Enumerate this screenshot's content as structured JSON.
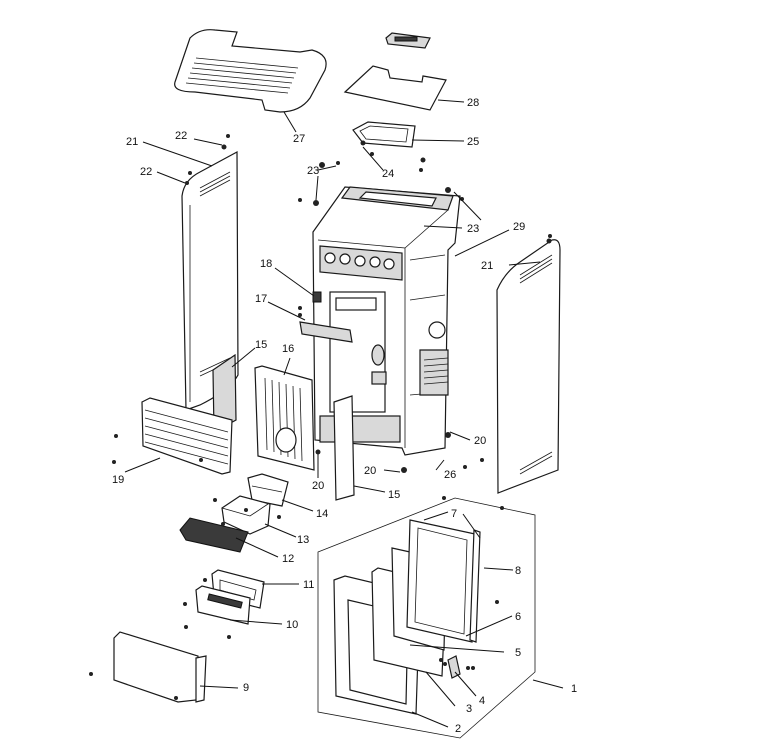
{
  "callouts": [
    {
      "id": "c1",
      "text": "1"
    },
    {
      "id": "c2",
      "text": "2"
    },
    {
      "id": "c3",
      "text": "3"
    },
    {
      "id": "c4",
      "text": "4"
    },
    {
      "id": "c5",
      "text": "5"
    },
    {
      "id": "c6",
      "text": "6"
    },
    {
      "id": "c7",
      "text": "7"
    },
    {
      "id": "c8",
      "text": "8"
    },
    {
      "id": "c9",
      "text": "9"
    },
    {
      "id": "c10",
      "text": "10"
    },
    {
      "id": "c11",
      "text": "11"
    },
    {
      "id": "c12",
      "text": "12"
    },
    {
      "id": "c13",
      "text": "13"
    },
    {
      "id": "c14",
      "text": "14"
    },
    {
      "id": "c15a",
      "text": "15"
    },
    {
      "id": "c15b",
      "text": "15"
    },
    {
      "id": "c16",
      "text": "16"
    },
    {
      "id": "c17",
      "text": "17"
    },
    {
      "id": "c18",
      "text": "18"
    },
    {
      "id": "c19",
      "text": "19"
    },
    {
      "id": "c20a",
      "text": "20"
    },
    {
      "id": "c20b",
      "text": "20"
    },
    {
      "id": "c20c",
      "text": "20"
    },
    {
      "id": "c21a",
      "text": "21"
    },
    {
      "id": "c21b",
      "text": "21"
    },
    {
      "id": "c22a",
      "text": "22"
    },
    {
      "id": "c22b",
      "text": "22"
    },
    {
      "id": "c23a",
      "text": "23"
    },
    {
      "id": "c23b",
      "text": "23"
    },
    {
      "id": "c24",
      "text": "24"
    },
    {
      "id": "c25",
      "text": "25"
    },
    {
      "id": "c26",
      "text": "26"
    },
    {
      "id": "c27",
      "text": "27"
    },
    {
      "id": "c28",
      "text": "28"
    },
    {
      "id": "c29",
      "text": "29"
    }
  ]
}
